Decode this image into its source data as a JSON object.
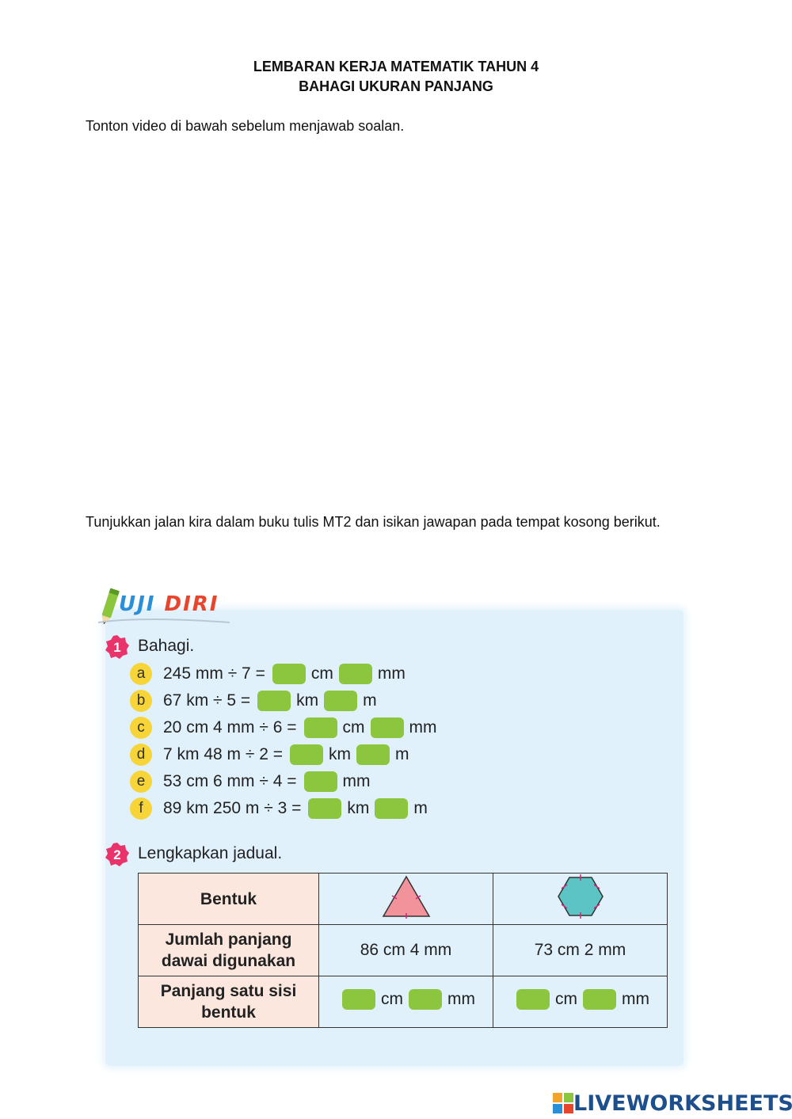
{
  "header": {
    "title_line1": "LEMBARAN KERJA MATEMATIK TAHUN 4",
    "title_line2": "BAHAGI UKURAN PANJANG"
  },
  "instructions": {
    "video_note": "Tonton video di bawah sebelum menjawab soalan.",
    "task_note": "Tunjukkan jalan kira dalam buku tulis MT2 dan isikan jawapan pada tempat kosong berikut."
  },
  "banner": {
    "word1": "UJI",
    "word2": "DIRI"
  },
  "question1": {
    "number": "1",
    "heading": "Bahagi.",
    "items": [
      {
        "label": "a",
        "expr": "245 mm ÷ 7 =",
        "unit1": "cm",
        "unit2": "mm"
      },
      {
        "label": "b",
        "expr": "67 km ÷ 5 =",
        "unit1": "km",
        "unit2": "m"
      },
      {
        "label": "c",
        "expr": "20 cm 4 mm ÷ 6 =",
        "unit1": "cm",
        "unit2": "mm"
      },
      {
        "label": "d",
        "expr": "7 km 48 m ÷ 2 =",
        "unit1": "km",
        "unit2": "m"
      },
      {
        "label": "e",
        "expr": "53 cm 6 mm ÷ 4 =",
        "unit1": "mm"
      },
      {
        "label": "f",
        "expr": "89 km 250 m ÷ 3 =",
        "unit1": "km",
        "unit2": "m"
      }
    ]
  },
  "question2": {
    "number": "2",
    "heading": "Lengkapkan jadual.",
    "table": {
      "row1_header": "Bentuk",
      "row2_header_line1": "Jumlah panjang",
      "row2_header_line2": "dawai digunakan",
      "row3_header_line1": "Panjang satu sisi",
      "row3_header_line2": "bentuk",
      "triangle_total": "86 cm 4 mm",
      "hexagon_total": "73 cm 2 mm",
      "unit_cm": "cm",
      "unit_mm": "mm"
    },
    "colors": {
      "triangle": "#f2939c",
      "hexagon": "#5cc4c4",
      "tick": "#d6247a"
    }
  },
  "colors": {
    "panel": "#e0f1fb",
    "answer_blank": "#8cc63f",
    "badge": "#f7d438",
    "number_circle": "#e8336b",
    "table_header": "#fce7de"
  },
  "footer": {
    "brand": "LIVEWORKSHEETS",
    "logo_letters": "LIVE"
  }
}
